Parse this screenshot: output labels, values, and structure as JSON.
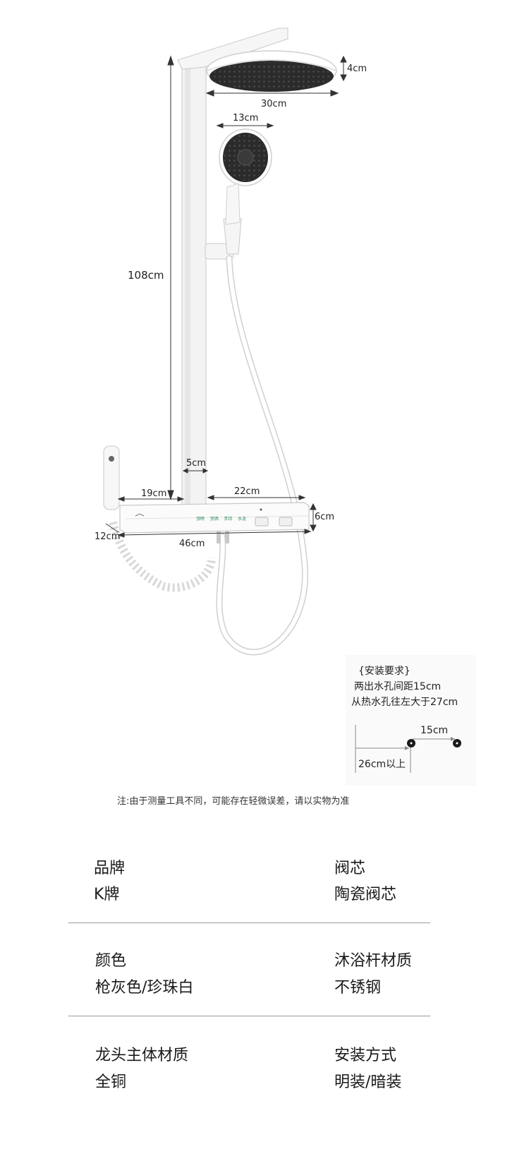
{
  "dimensions": {
    "head_height": "4cm",
    "head_width": "30cm",
    "hand_shower_width": "13cm",
    "total_height": "108cm",
    "pipe_width": "5cm",
    "left_width": "19cm",
    "right_width": "22cm",
    "panel_height": "6cm",
    "depth": "12cm",
    "total_width": "46cm"
  },
  "panel_labels": [
    "顶喷",
    "顶洒",
    "手持",
    "水龙"
  ],
  "install": {
    "title": "{安装要求}",
    "line1": "两出水孔间距15cm",
    "line2": "从热水孔往左大于27cm",
    "gap": "15cm",
    "left_dist": "26cm以上"
  },
  "note": "注:由于测量工具不同，可能存在轻微误差，请以实物为准",
  "specs": [
    {
      "left_label": "品牌",
      "left_value": "K牌",
      "right_label": "阀芯",
      "right_value": "陶瓷阀芯"
    },
    {
      "left_label": "颜色",
      "left_value": "枪灰色/珍珠白",
      "right_label": "沐浴杆材质",
      "right_value": "不锈钢"
    },
    {
      "left_label": "龙头主体材质",
      "left_value": "全铜",
      "right_label": "安装方式",
      "right_value": "明装/暗装"
    }
  ],
  "colors": {
    "dark": "#2a2a2a",
    "white": "#ffffff",
    "divider": "#9a9a9a"
  }
}
